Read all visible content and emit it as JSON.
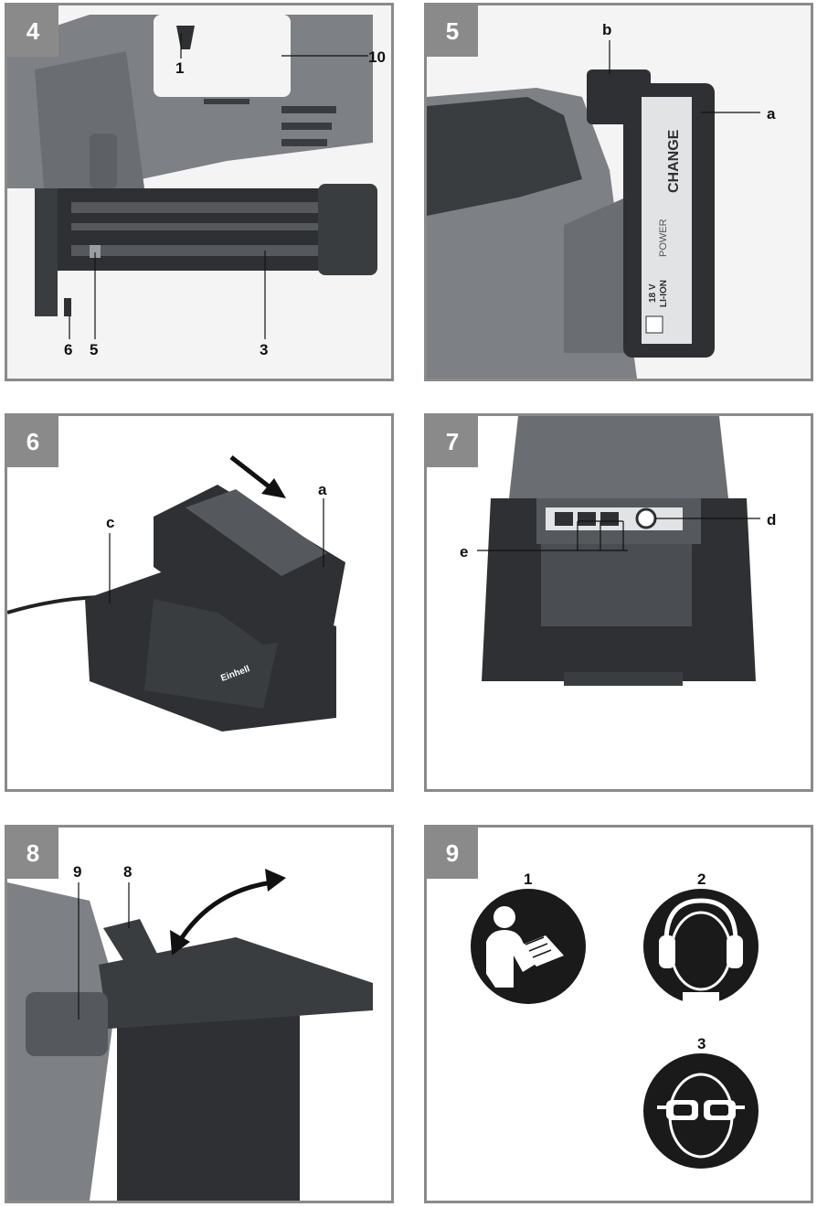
{
  "panels": {
    "p4": {
      "number": "4",
      "callouts": {
        "c1": "1",
        "c10": "10",
        "c6": "6",
        "c5": "5",
        "c3": "3"
      }
    },
    "p5": {
      "number": "5",
      "callouts": {
        "b": "b",
        "a": "a"
      },
      "battery_text": {
        "change": "CHANGE",
        "power": "POWER",
        "voltage": "18 V",
        "type": "LI-ION"
      }
    },
    "p6": {
      "number": "6",
      "callouts": {
        "c": "c",
        "a": "a"
      },
      "charger_brand": "Einhell"
    },
    "p7": {
      "number": "7",
      "callouts": {
        "d": "d",
        "e": "e"
      }
    },
    "p8": {
      "number": "8",
      "callouts": {
        "c9": "9",
        "c8": "8"
      }
    },
    "p9": {
      "number": "9",
      "callouts": {
        "s1": "1",
        "s2": "2",
        "s3": "3"
      }
    }
  },
  "colors": {
    "frame": "#8a8a8a",
    "tool_gray": "#7d8185",
    "dark": "#2e3033",
    "sign": "#1a1a1a"
  }
}
